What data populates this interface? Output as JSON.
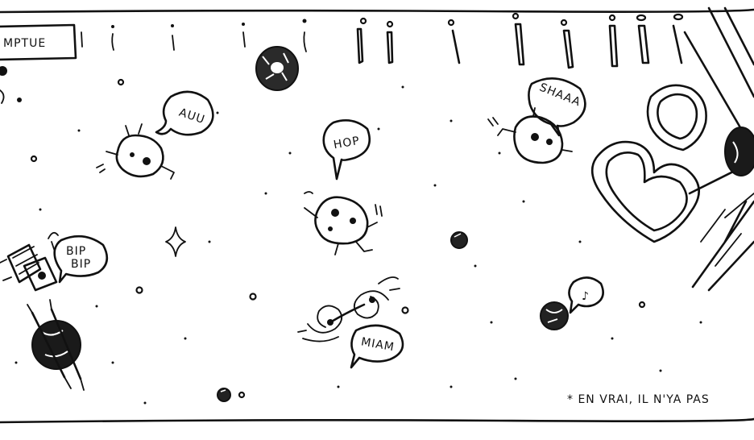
{
  "caption_box": {
    "text": "MPTUE"
  },
  "bubbles": {
    "auu": "AUU",
    "hop": "HOP",
    "shaaa": "SHAAA",
    "bip_1": "BIP",
    "bip_2": "BIP",
    "miam": "MIAM",
    "note": "♪"
  },
  "footnote": {
    "text": "* EN VRAI, IL N'YA PAS"
  }
}
